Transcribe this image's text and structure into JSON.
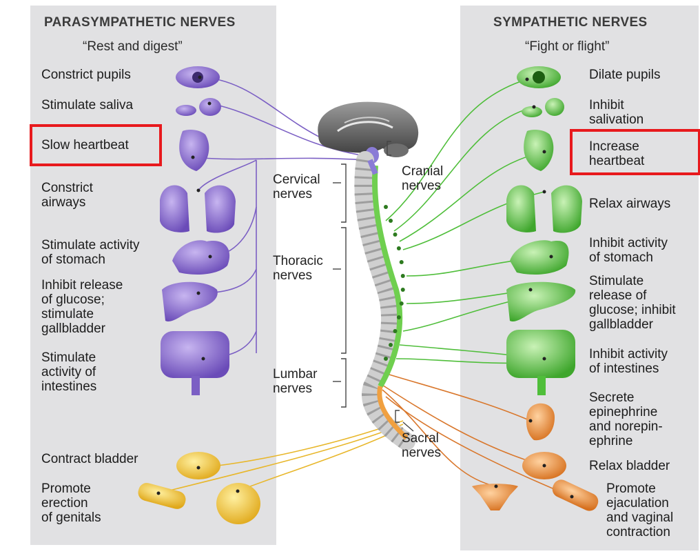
{
  "parasympathetic": {
    "title": "PARASYMPATHETIC NERVES",
    "subtitle": "“Rest and digest”",
    "items": [
      {
        "text": "Constrict pupils",
        "icon": "eye-icon"
      },
      {
        "text": "Stimulate saliva",
        "icon": "salivary-gland-icon"
      },
      {
        "text": "Slow heartbeat",
        "icon": "heart-icon",
        "highlighted": true
      },
      {
        "text": "Constrict\nairways",
        "icon": "lungs-icon"
      },
      {
        "text": "Stimulate activity\nof stomach",
        "icon": "stomach-icon"
      },
      {
        "text": "Inhibit release\nof glucose;\nstimulate\ngallbladder",
        "icon": "liver-icon"
      },
      {
        "text": "Stimulate\nactivity of\nintestines",
        "icon": "intestines-icon"
      },
      {
        "text": "Contract bladder",
        "icon": "bladder-icon"
      },
      {
        "text": "Promote\nerection\nof genitals",
        "icon": "genitals-icon"
      }
    ]
  },
  "sympathetic": {
    "title": "SYMPATHETIC NERVES",
    "subtitle": "“Fight or flight”",
    "items": [
      {
        "text": "Dilate pupils",
        "icon": "eye-icon"
      },
      {
        "text": "Inhibit\nsalivation",
        "icon": "salivary-gland-icon"
      },
      {
        "text": "Increase\nheartbeat",
        "icon": "heart-icon",
        "highlighted": true
      },
      {
        "text": "Relax airways",
        "icon": "lungs-icon"
      },
      {
        "text": "Inhibit activity\nof stomach",
        "icon": "stomach-icon"
      },
      {
        "text": "Stimulate\nrelease of\nglucose; inhibit\ngallbladder",
        "icon": "liver-icon"
      },
      {
        "text": "Inhibit activity\nof intestines",
        "icon": "intestines-icon"
      },
      {
        "text": "Secrete\nepinephrine\nand norepin-\nephrine",
        "icon": "adrenal-gland-icon"
      },
      {
        "text": "Relax bladder",
        "icon": "bladder-icon"
      },
      {
        "text": "Promote\nejaculation\nand vaginal\ncontraction",
        "icon": "genitals-icon"
      }
    ]
  },
  "spine_sections": {
    "cranial": "Cranial\nnerves",
    "cervical": "Cervical\nnerves",
    "thoracic": "Thoracic\nnerves",
    "lumbar": "Lumbar\nnerves",
    "sacral": "Sacral\nnerves"
  },
  "colors": {
    "parasympathetic": "#7b5fc4",
    "sympathetic": "#4fbe3a",
    "sympathetic_lower": "#d9772c",
    "parasympathetic_lower": "#e8b72b",
    "highlight": "#e8191d",
    "panel": "#e1e1e3"
  }
}
